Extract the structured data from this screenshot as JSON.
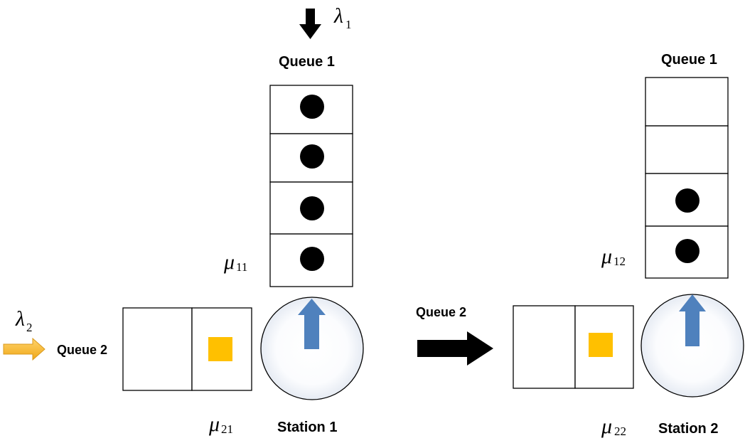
{
  "station1": {
    "title": "Station 1",
    "queue1_label": "Queue 1",
    "queue2_label": "Queue 2",
    "arrival1": {
      "symbol": "λ",
      "sub": "1"
    },
    "arrival2": {
      "symbol": "λ",
      "sub": "2"
    },
    "rate11": {
      "symbol": "μ",
      "sub": "11"
    },
    "rate21": {
      "symbol": "μ",
      "sub": "21"
    },
    "queue1_jobs": 4,
    "queue2_jobs": 1
  },
  "station2": {
    "title": "Station 2",
    "queue1_label": "Queue 1",
    "transfer_label": "Queue 2",
    "rate12": {
      "symbol": "μ",
      "sub": "12"
    },
    "rate22": {
      "symbol": "μ",
      "sub": "22"
    },
    "queue1_jobs": 2,
    "queue2_jobs": 1
  },
  "colors": {
    "job_class1": "#000000",
    "job_class2": "#FFC000",
    "server_arrow": "#4F81BD",
    "arrival2_arrow": "#F5B335",
    "server_fill_edge": "#E6EBF3"
  }
}
